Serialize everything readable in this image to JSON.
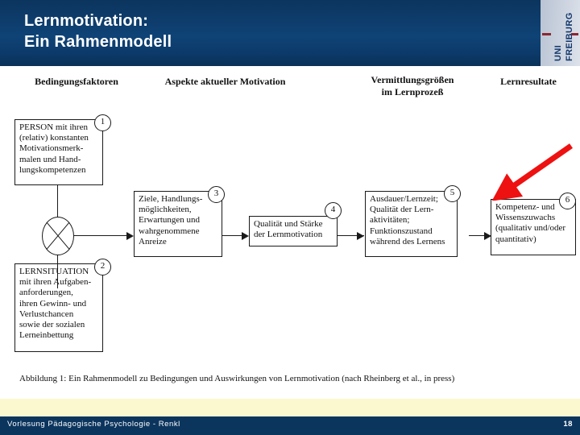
{
  "header": {
    "title": "Lernmotivation:\nEin Rahmenmodell",
    "bg_color": "#0d3a68"
  },
  "logo": {
    "line1": "UNI",
    "line2": "FREIBURG",
    "text_color": "#14386b",
    "rule_color": "#8c2731"
  },
  "figure": {
    "column_headings": [
      {
        "id": "bedingungsfaktoren",
        "text": "Bedingungsfaktoren"
      },
      {
        "id": "aspekte-aktueller-motivation",
        "text": "Aspekte aktueller Motivation"
      },
      {
        "id": "vermittlungsgroessen",
        "text": "Vermittlungsgrößen\nim Lernprozeß"
      },
      {
        "id": "lernresultate",
        "text": "Lernresultate"
      }
    ],
    "nodes": [
      {
        "number": "1",
        "id": "person",
        "text": "PERSON mit ihren\n(relativ) konstanten\nMotivationsmerk-\nmalen und Hand-\nlungskompetenzen"
      },
      {
        "number": "2",
        "id": "lernsituation",
        "text": "LERNSITUATION\nmit ihren Aufgaben-\nanforderungen,\nihren Gewinn- und\nVerlustchancen\nsowie der sozialen\nLerneinbettung"
      },
      {
        "number": "3",
        "id": "ziele-handlungsmoeglichkeiten",
        "text": "Ziele, Handlungs-\nmöglichkeiten,\nErwartungen und\nwahrgenommene\nAnreize"
      },
      {
        "number": "4",
        "id": "qualitaet-staerke-lernmotivation",
        "text": "Qualität und Stärke\nder Lernmotivation"
      },
      {
        "number": "5",
        "id": "ausdauer-lernzeit",
        "text": "Ausdauer/Lernzeit;\nQualität der Lern-\naktivitäten;\nFunktionszustand\nwährend des Lernens"
      },
      {
        "number": "6",
        "id": "kompetenz-wissenszuwachs",
        "text": "Kompetenz- und\nWissenszuwachs\n(qualitativ und/oder\nquantitativ)"
      }
    ],
    "interaction_node": {
      "symbol": "x",
      "label": "interaction-multiplier"
    },
    "highlight_arrow": {
      "color": "#ee1111",
      "points_to": "6",
      "direction": "down-left"
    },
    "caption": "Abbildung 1: Ein Rahmenmodell zu Bedingungen und Auswirkungen von Lernmotivation (nach Rheinberg et al., in press)"
  },
  "footer": {
    "text": "Vorlesung Pädagogische Psychologie - Renkl",
    "page_number": "18",
    "bg_color": "#0c355e",
    "cream_color": "#fbf8d0"
  }
}
